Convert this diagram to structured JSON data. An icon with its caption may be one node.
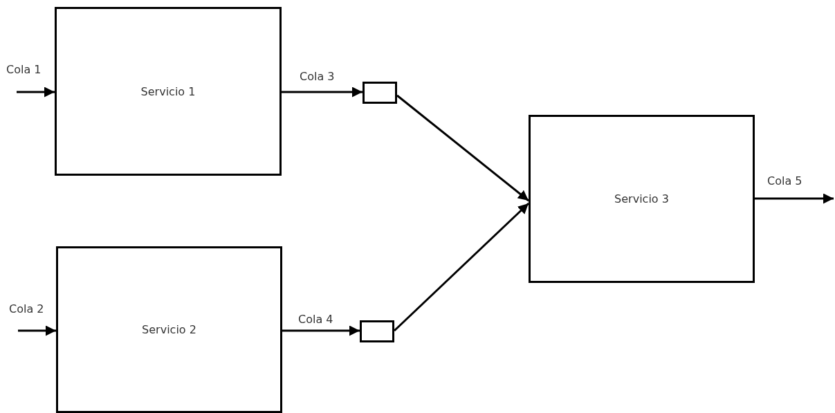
{
  "diagram": {
    "nodes": [
      {
        "text": [
          "Servicio 1"
        ]
      },
      {
        "text": [
          "Servicio 2"
        ]
      },
      {
        "text": [],
        "shape": "box"
      },
      {
        "text": [],
        "shape": "box"
      },
      {
        "text": [
          "Servicio 3"
        ]
      }
    ],
    "edges": [
      {
        "from": null,
        "to": 0,
        "arrow": "to",
        "label": "Cola 1"
      },
      {
        "from": null,
        "to": 1,
        "arrow": "to",
        "label": "Cola 2"
      },
      {
        "from": 0,
        "to": 2,
        "arrow": "to",
        "label": "Cola 3"
      },
      {
        "from": 1,
        "to": 3,
        "arrow": "to",
        "label": "Cola 4"
      },
      {
        "from": 2,
        "to": 4,
        "arrow": "to"
      },
      {
        "from": 3,
        "to": 4,
        "arrow": "to"
      },
      {
        "from": 4,
        "to": null,
        "arrow": "to",
        "label": "Cola 5"
      }
    ]
  }
}
